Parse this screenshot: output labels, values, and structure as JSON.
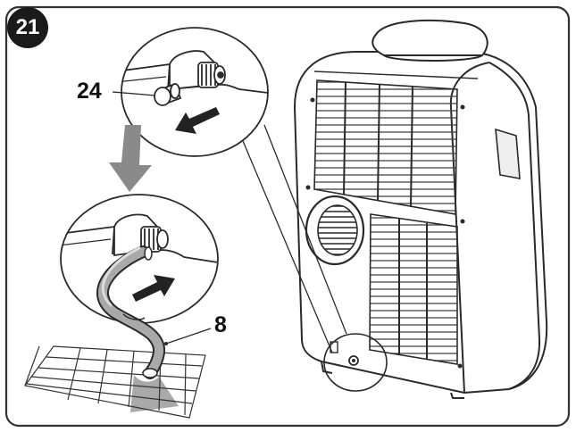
{
  "figure": {
    "step_number": "21",
    "callouts": {
      "cap": "24",
      "hose": "8"
    }
  },
  "colors": {
    "ink": "#2a2a2a",
    "arrow": "#222222",
    "down_arrow": "#8a8a8a",
    "water": "#9a9a9a",
    "badge": "#1a1a1a"
  },
  "icons": {
    "step_badge": "numbered-circle",
    "cap_arrow": "arrow-down-left",
    "hose_arrow": "arrow-up-right",
    "flow_arrow": "arrow-down"
  }
}
